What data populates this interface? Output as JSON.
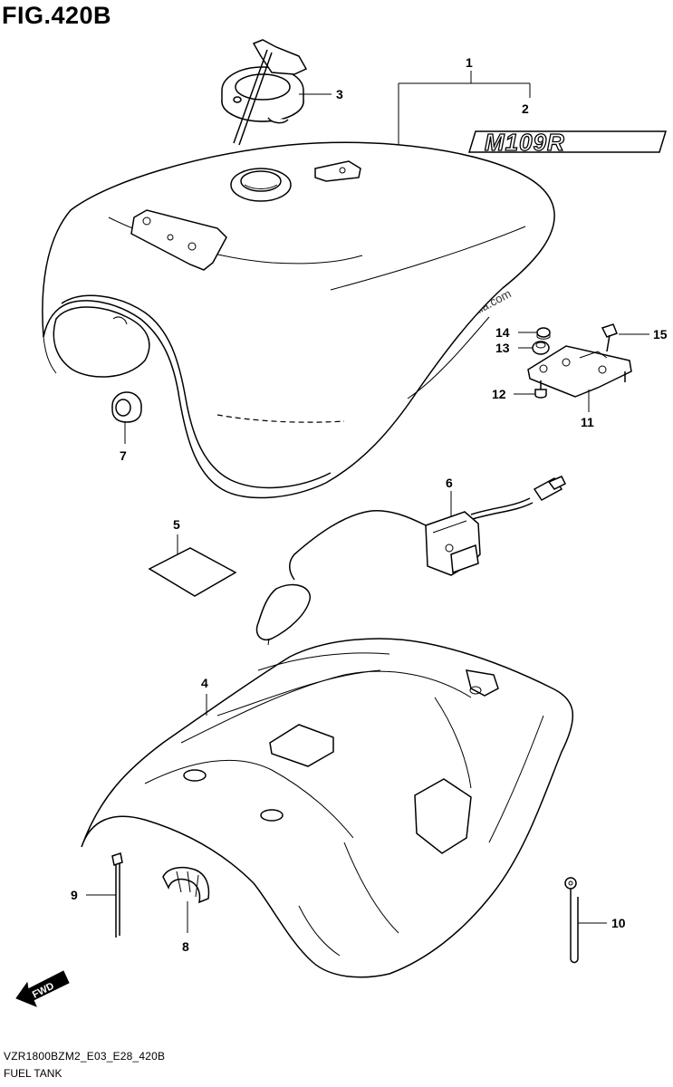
{
  "figure": {
    "title": "FIG.420B",
    "watermark": "© Partzilla.com",
    "logo_text": "M109R",
    "fwd_label": "FWD",
    "footer_code": "VZR1800BZM2_E03_E28_420B",
    "footer_name": "FUEL TANK"
  },
  "callouts": [
    {
      "id": "1",
      "label": "1"
    },
    {
      "id": "2",
      "label": "2"
    },
    {
      "id": "3",
      "label": "3"
    },
    {
      "id": "4",
      "label": "4"
    },
    {
      "id": "5",
      "label": "5"
    },
    {
      "id": "6",
      "label": "6"
    },
    {
      "id": "7",
      "label": "7"
    },
    {
      "id": "8",
      "label": "8"
    },
    {
      "id": "9",
      "label": "9"
    },
    {
      "id": "10",
      "label": "10"
    },
    {
      "id": "11",
      "label": "11"
    },
    {
      "id": "12",
      "label": "12"
    },
    {
      "id": "13",
      "label": "13"
    },
    {
      "id": "14",
      "label": "14"
    },
    {
      "id": "15",
      "label": "15"
    }
  ]
}
